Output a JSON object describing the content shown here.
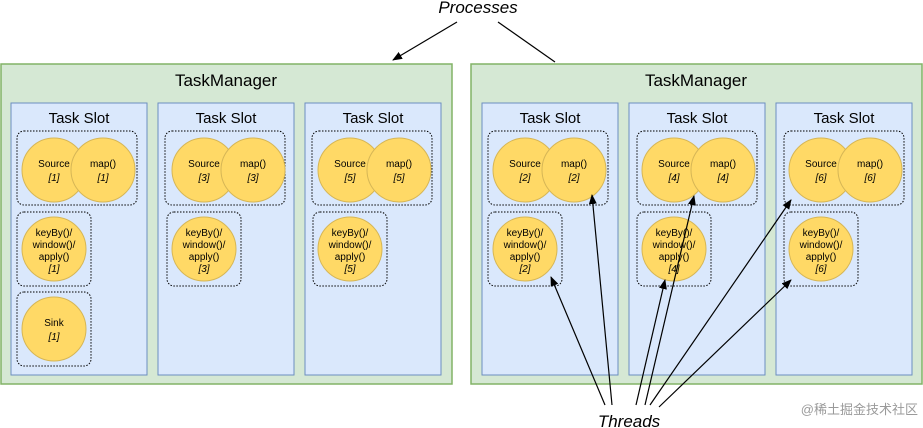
{
  "labels": {
    "processes": "Processes",
    "threads": "Threads",
    "watermark": "@稀土掘金技术社区"
  },
  "task_managers": [
    {
      "title": "TaskManager",
      "slots": [
        {
          "title": "Task Slot",
          "source": {
            "name": "Source",
            "index": "[1]"
          },
          "map": {
            "name": "map()",
            "index": "[1]"
          },
          "window": {
            "lines": [
              "keyBy()/",
              "window()/",
              "apply()"
            ],
            "index": "[1]"
          },
          "sink": {
            "name": "Sink",
            "index": "[1]"
          }
        },
        {
          "title": "Task Slot",
          "source": {
            "name": "Source",
            "index": "[3]"
          },
          "map": {
            "name": "map()",
            "index": "[3]"
          },
          "window": {
            "lines": [
              "keyBy()/",
              "window()/",
              "apply()"
            ],
            "index": "[3]"
          }
        },
        {
          "title": "Task Slot",
          "source": {
            "name": "Source",
            "index": "[5]"
          },
          "map": {
            "name": "map()",
            "index": "[5]"
          },
          "window": {
            "lines": [
              "keyBy()/",
              "window()/",
              "apply()"
            ],
            "index": "[5]"
          }
        }
      ]
    },
    {
      "title": "TaskManager",
      "slots": [
        {
          "title": "Task Slot",
          "source": {
            "name": "Source",
            "index": "[2]"
          },
          "map": {
            "name": "map()",
            "index": "[2]"
          },
          "window": {
            "lines": [
              "keyBy()/",
              "window()/",
              "apply()"
            ],
            "index": "[2]"
          }
        },
        {
          "title": "Task Slot",
          "source": {
            "name": "Source",
            "index": "[4]"
          },
          "map": {
            "name": "map()",
            "index": "[4]"
          },
          "window": {
            "lines": [
              "keyBy()/",
              "window()/",
              "apply()"
            ],
            "index": "[4]"
          }
        },
        {
          "title": "Task Slot",
          "source": {
            "name": "Source",
            "index": "[6]"
          },
          "map": {
            "name": "map()",
            "index": "[6]"
          },
          "window": {
            "lines": [
              "keyBy()/",
              "window()/",
              "apply()"
            ],
            "index": "[6]"
          }
        }
      ]
    }
  ]
}
